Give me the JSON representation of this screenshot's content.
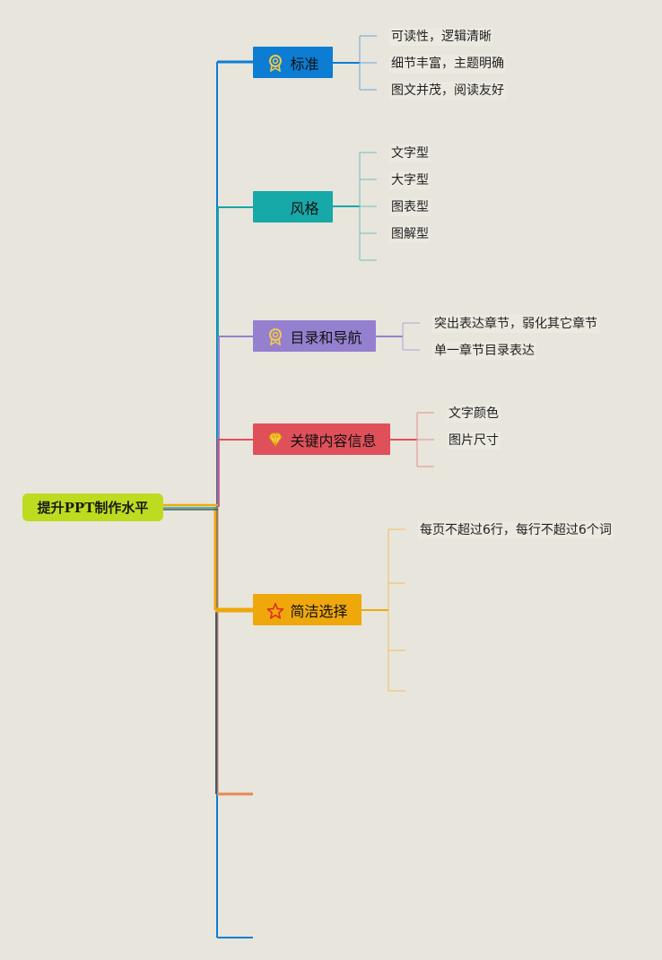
{
  "root": {
    "label": "提升PPT制作水平"
  },
  "branches": [
    {
      "label": "标准",
      "color": "#0c7dd2",
      "icon": "award-ribbon-icon",
      "leaves": [
        "可读性，逻辑清晰",
        "细节丰富，主题明确",
        "图文并茂，阅读友好"
      ]
    },
    {
      "label": "风格",
      "color": "#17a8a8",
      "icon": "",
      "leaves": [
        "文字型",
        "大字型",
        "图表型",
        "图解型"
      ]
    },
    {
      "label": "目录和导航",
      "color": "#9580d0",
      "icon": "award-ribbon-icon",
      "leaves": [
        "突出表达章节，弱化其它章节",
        "单一章节目录表达"
      ]
    },
    {
      "label": "关键内容信息",
      "color": "#e0505a",
      "icon": "diamond-icon",
      "leaves": [
        "文字颜色",
        "图片尺寸"
      ]
    },
    {
      "label": "简洁选择",
      "color": "#efa80c",
      "icon": "star-icon",
      "leaves": [
        "每页不超过6行，每行不超过6个词"
      ]
    }
  ]
}
